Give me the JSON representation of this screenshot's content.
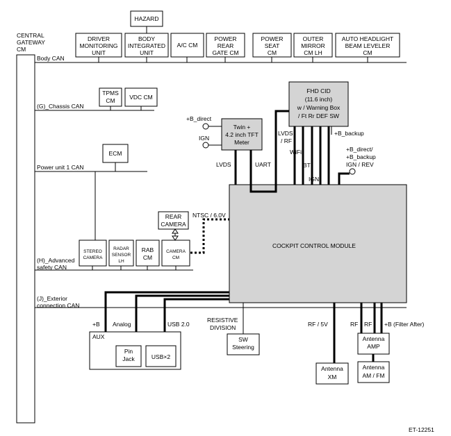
{
  "gateway": {
    "line1": "CENTRAL",
    "line2": "GATEWAY",
    "line3": "CM"
  },
  "buses": {
    "body": "Body CAN",
    "chassis": "(G)_Chassis CAN",
    "power": "Power unit 1 CAN",
    "advanced_1": "(H)_Advanced",
    "advanced_2": "safety CAN",
    "exterior_1": "(J)_Exterior",
    "exterior_2": "connection CAN"
  },
  "body_units": {
    "hazard": "HAZARD",
    "dmu": [
      "DRIVER",
      "MONITORING",
      "UNIT"
    ],
    "biu": [
      "BODY",
      "INTEGRATED",
      "UNIT"
    ],
    "ac": "A/C CM",
    "prg": [
      "POWER",
      "REAR",
      "GATE CM"
    ],
    "ps": [
      "POWER",
      "SEAT",
      "CM"
    ],
    "om": [
      "OUTER",
      "MIRROR",
      "CM LH"
    ],
    "ahb": [
      "AUTO HEADLIGHT",
      "BEAM LEVELER",
      "CM"
    ]
  },
  "chassis_units": {
    "tpms": [
      "TPMS",
      "CM"
    ],
    "vdc": "VDC CM"
  },
  "power_units": {
    "ecm": "ECM"
  },
  "safety_units": {
    "stereo": [
      "STEREO",
      "CAMERA"
    ],
    "radar": [
      "RADAR",
      "SENSOR",
      "LH"
    ],
    "rab": [
      "RAB",
      "CM"
    ],
    "camera_cm": [
      "CAMERA",
      "CM"
    ],
    "rear_camera": [
      "REAR",
      "CAMERA"
    ]
  },
  "meter": {
    "lines": [
      "Twin +",
      "4.2 inch TFT",
      "Meter"
    ],
    "b_direct": "+B_direct",
    "ign": "IGN",
    "lvds": "LVDS",
    "uart": "UART"
  },
  "cid": {
    "lines": [
      "FHD CID",
      "(11.6 inch)",
      "w / Warning Box",
      "/ Ft Rr DEF SW"
    ],
    "lvds_rf": [
      "LVDS",
      "/ RF"
    ],
    "wifi": "WiFi",
    "bt": "BT",
    "ign": "IGN",
    "b_backup": "+B_backup"
  },
  "ccm": {
    "label": "COCKPIT CONTROL MODULE",
    "ntsc": "NTSC / 6.0V",
    "power_labels": [
      "+B_direct/",
      "+B_backup",
      "IGN / REV"
    ]
  },
  "lower": {
    "plus_b": "+B",
    "analog": "Analog",
    "usb20": "USB 2.0",
    "aux": "AUX",
    "pin_jack": [
      "Pin",
      "Jack"
    ],
    "usb2": "USB×2",
    "resistive": [
      "RESISTIVE",
      "DIVISION"
    ],
    "sw": [
      "SW",
      "Steering"
    ],
    "rf5v": "RF / 5V",
    "rf1": "RF",
    "rf2": "RF",
    "filter": "+B (Filter After)",
    "ant_amp": [
      "Antenna",
      "AMP"
    ],
    "ant_xm": [
      "Antenna",
      "XM"
    ],
    "ant_amfm": [
      "Antenna",
      "AM / FM"
    ]
  },
  "figure_id": "ET-12251"
}
